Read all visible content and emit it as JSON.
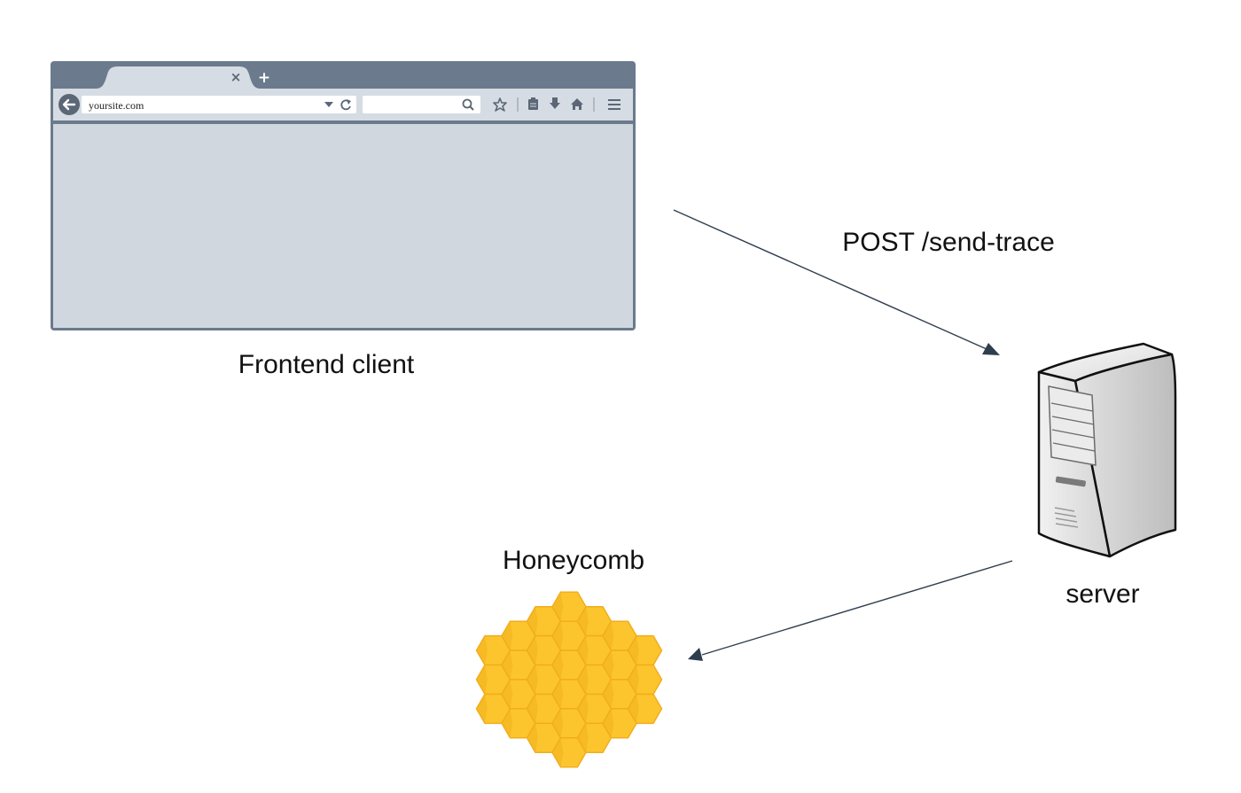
{
  "browser": {
    "url": "yoursite.com",
    "tab_close_glyph": "×",
    "new_tab_glyph": "+",
    "icons": [
      "back-arrow-icon",
      "dropdown-icon",
      "reload-icon",
      "search-icon",
      "star-icon",
      "clipboard-icon",
      "download-icon",
      "home-icon",
      "menu-icon"
    ]
  },
  "labels": {
    "frontend": "Frontend client",
    "request": "POST /send-trace",
    "server": "server",
    "honeycomb": "Honeycomb"
  },
  "colors": {
    "browser_frame": "#6b7a8c",
    "browser_content": "#d0d7df",
    "honeycomb_fill": "#fcc52e",
    "honeycomb_stroke": "#f2ad1b",
    "arrow": "#2f3e4e"
  }
}
